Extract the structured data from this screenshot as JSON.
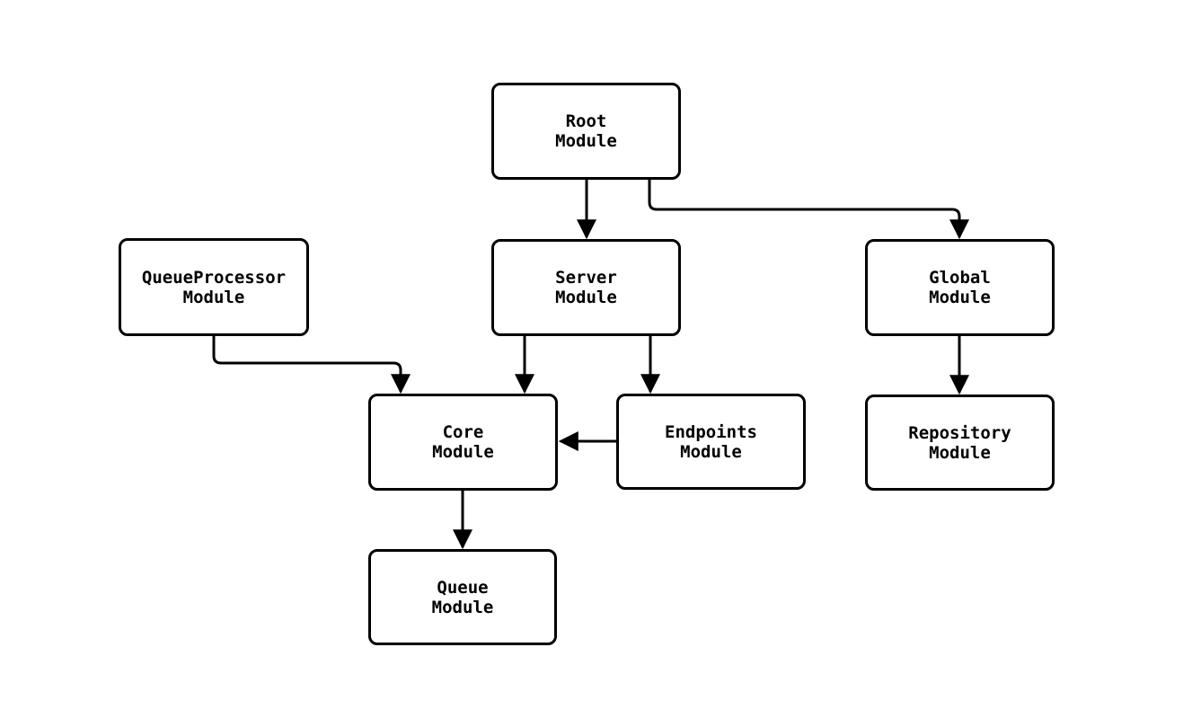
{
  "diagram": {
    "type": "flowchart",
    "description": "Module dependency graph",
    "nodes": [
      {
        "id": "root-module",
        "label": "Root\nModule"
      },
      {
        "id": "queueprocessor-module",
        "label": "QueueProcessor\nModule"
      },
      {
        "id": "server-module",
        "label": "Server\nModule"
      },
      {
        "id": "global-module",
        "label": "Global\nModule"
      },
      {
        "id": "core-module",
        "label": "Core\nModule"
      },
      {
        "id": "endpoints-module",
        "label": "Endpoints\nModule"
      },
      {
        "id": "repository-module",
        "label": "Repository\nModule"
      },
      {
        "id": "queue-module",
        "label": "Queue\nModule"
      }
    ],
    "edges": [
      {
        "from": "Root Module",
        "to": "Server Module"
      },
      {
        "from": "Root Module",
        "to": "Global Module"
      },
      {
        "from": "QueueProcessor Module",
        "to": "Core Module"
      },
      {
        "from": "Server Module",
        "to": "Core Module"
      },
      {
        "from": "Server Module",
        "to": "Endpoints Module"
      },
      {
        "from": "Endpoints Module",
        "to": "Core Module"
      },
      {
        "from": "Global Module",
        "to": "Repository Module"
      },
      {
        "from": "Core Module",
        "to": "Queue Module"
      }
    ],
    "colors": {
      "background": "#ffffff",
      "node_fill": "#ffffff",
      "node_border": "#000000",
      "edge_stroke": "#000000",
      "text": "#000000"
    }
  }
}
